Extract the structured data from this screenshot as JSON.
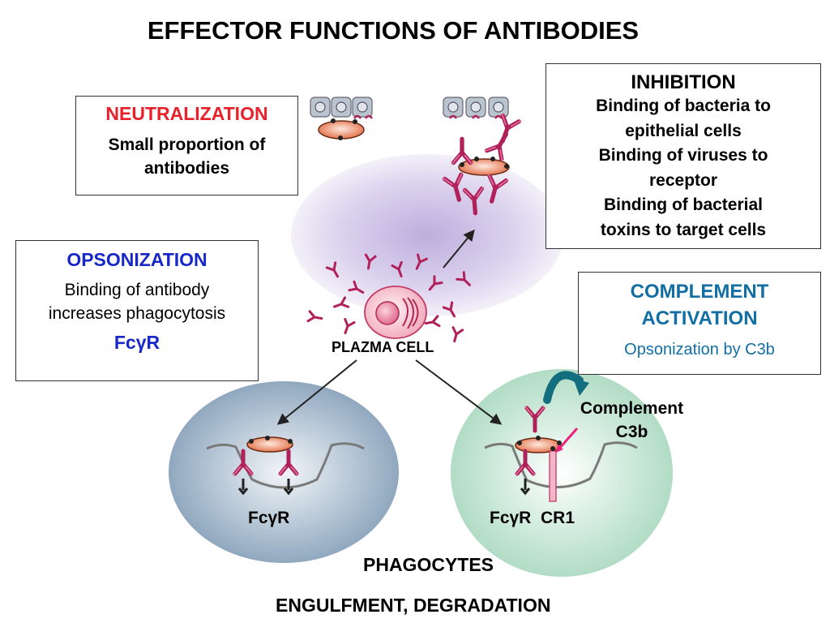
{
  "title": "EFFECTOR FUNCTIONS OF ANTIBODIES",
  "neutralization": {
    "title": "NEUTRALIZATION",
    "lines": [
      "Small proportion of",
      "antibodies"
    ],
    "title_color": "#e8202a"
  },
  "opsonization": {
    "title": "OPSONIZATION",
    "lines": [
      "Binding of antibody",
      "increases phagocytosis"
    ],
    "receptor": "FcγR",
    "title_color": "#1828c8"
  },
  "inhibition": {
    "title": "INHIBITION",
    "lines": [
      "Binding of bacteria to",
      "epithelial cells",
      "Binding of viruses to",
      "receptor",
      "Binding of bacterial",
      "toxins to target cells"
    ]
  },
  "complement_activation": {
    "title_lines": [
      "COMPLEMENT",
      "ACTIVATION"
    ],
    "text": "Opsonization by C3b",
    "color": "#136ea3"
  },
  "plasma_cell_label": "PLAZMA CELL",
  "complement_label": [
    "Complement",
    "C3b"
  ],
  "left_phagocyte_receptor": "FcγR",
  "right_phagocyte_receptors": "FcγR  CR1",
  "phagocytes_label": "PHAGOCYTES",
  "bottom_label": "ENGULFMENT, DEGRADATION",
  "colors": {
    "antibody": "#b0215a",
    "bacterium": "#e8724a",
    "purple_zone": "#c4b6e0",
    "blue_zone": "#8aa3bd",
    "green_zone": "#b3dec8",
    "plasma_cell": "#f6bcc8",
    "c3b_arrow": "#e8257a",
    "teal_arrow": "#136f7d"
  },
  "icons": [
    "antibody-icon",
    "bacterium-icon",
    "epithelial-cell-icon",
    "arrow-icon",
    "curved-arrow-icon",
    "receptor-icon"
  ]
}
